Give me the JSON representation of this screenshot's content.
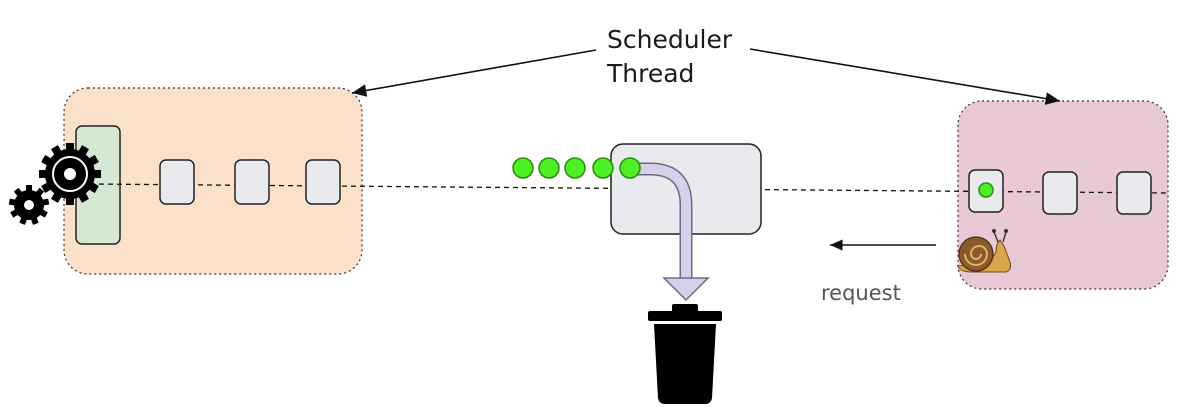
{
  "annotations": {
    "scheduler_line1": "Scheduler",
    "scheduler_line2": "Thread",
    "request": "request"
  },
  "colors": {
    "producer_box": "#fbe1c9",
    "consumer_box": "#e8c8d4",
    "worker_block": "#d5e8d3",
    "queue_slot": "#e8eaed",
    "buffer_box": "#e8eaed",
    "element": "#4df020",
    "element_stroke": "#2a8c12",
    "drop_arrow": "#d8d0e8",
    "drop_arrow_stroke": "#6a6a8a",
    "trash": "#000000",
    "text": "#1a1a1a",
    "request_text": "#555555"
  },
  "icons": {
    "gears": "gear-icon",
    "snail": "snail-icon",
    "trash": "trash-can-icon"
  },
  "elements": {
    "buffered_count": 5,
    "consumer_slot_items": 1
  }
}
